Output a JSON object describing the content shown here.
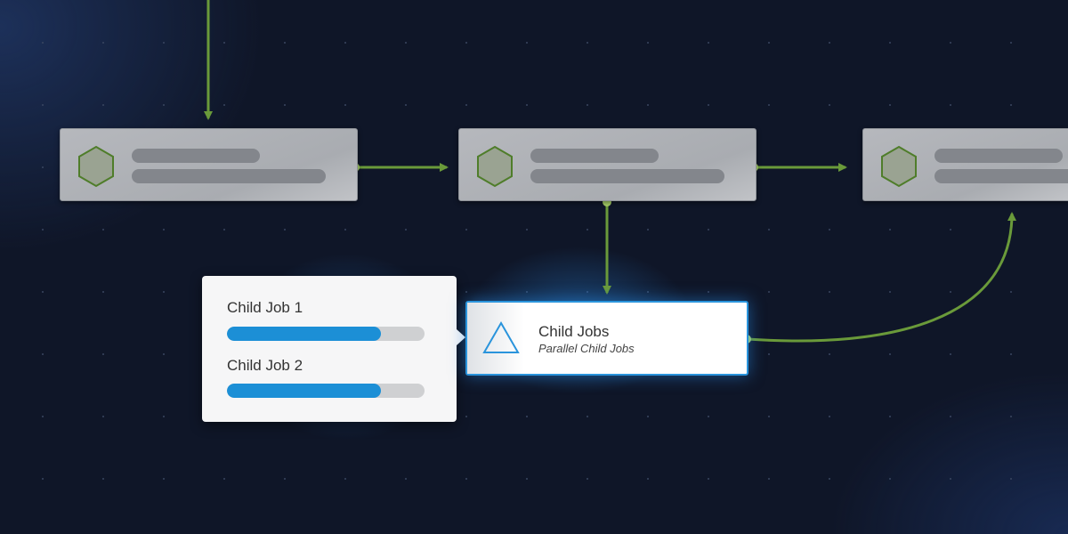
{
  "popover": {
    "jobs": [
      {
        "label": "Child Job 1",
        "progress": 0.78
      },
      {
        "label": "Child Job 2",
        "progress": 0.78
      }
    ]
  },
  "child_node": {
    "title": "Child Jobs",
    "subtitle": "Parallel Child Jobs",
    "icon": "triangle-icon"
  },
  "job_cards": [
    {
      "icon": "hexagon-icon"
    },
    {
      "icon": "hexagon-icon"
    },
    {
      "icon": "hexagon-icon"
    }
  ],
  "colors": {
    "background": "#0f1628",
    "connector": "#6a9a3a",
    "connector_dot": "#a8d16a",
    "accent_blue": "#1c8fd6",
    "card_gray": "#b0b3b8",
    "hexagon": "#4f7d2a"
  }
}
